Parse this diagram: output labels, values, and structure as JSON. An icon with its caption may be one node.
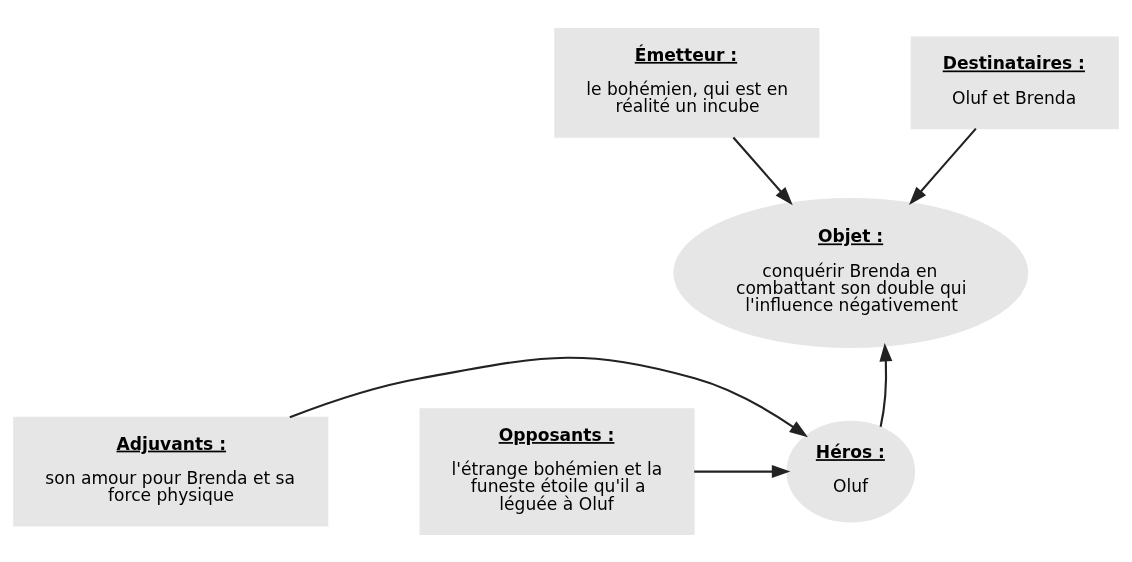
{
  "diagram": {
    "nodes": [
      {
        "text": [
          "Émetteur :",
          "le bohémien, qui est en réalité un incube"
        ]
      },
      {
        "text": [
          "Destinataires :",
          "Oluf et Brenda"
        ]
      },
      {
        "text": [
          "Objet :",
          "conquérir Brenda en combattant son double qui l'influence négativement"
        ]
      },
      {
        "text": [
          "Adjuvants :",
          "son amour pour Brenda et sa force physique"
        ]
      },
      {
        "text": [
          "Héros :",
          "Oluf"
        ]
      },
      {
        "text": [
          "Opposants :",
          "l'étrange bohémien et la funeste étoile qu'il a léguée à Oluf"
        ]
      }
    ],
    "edges": [
      {
        "from": 0,
        "to": 2,
        "arrow": "to"
      },
      {
        "from": 1,
        "to": 2,
        "arrow": "to"
      },
      {
        "from": 4,
        "to": 2,
        "arrow": "to"
      },
      {
        "from": 3,
        "to": 4,
        "arrow": "to"
      },
      {
        "from": 5,
        "to": 4,
        "arrow": "to"
      }
    ]
  }
}
